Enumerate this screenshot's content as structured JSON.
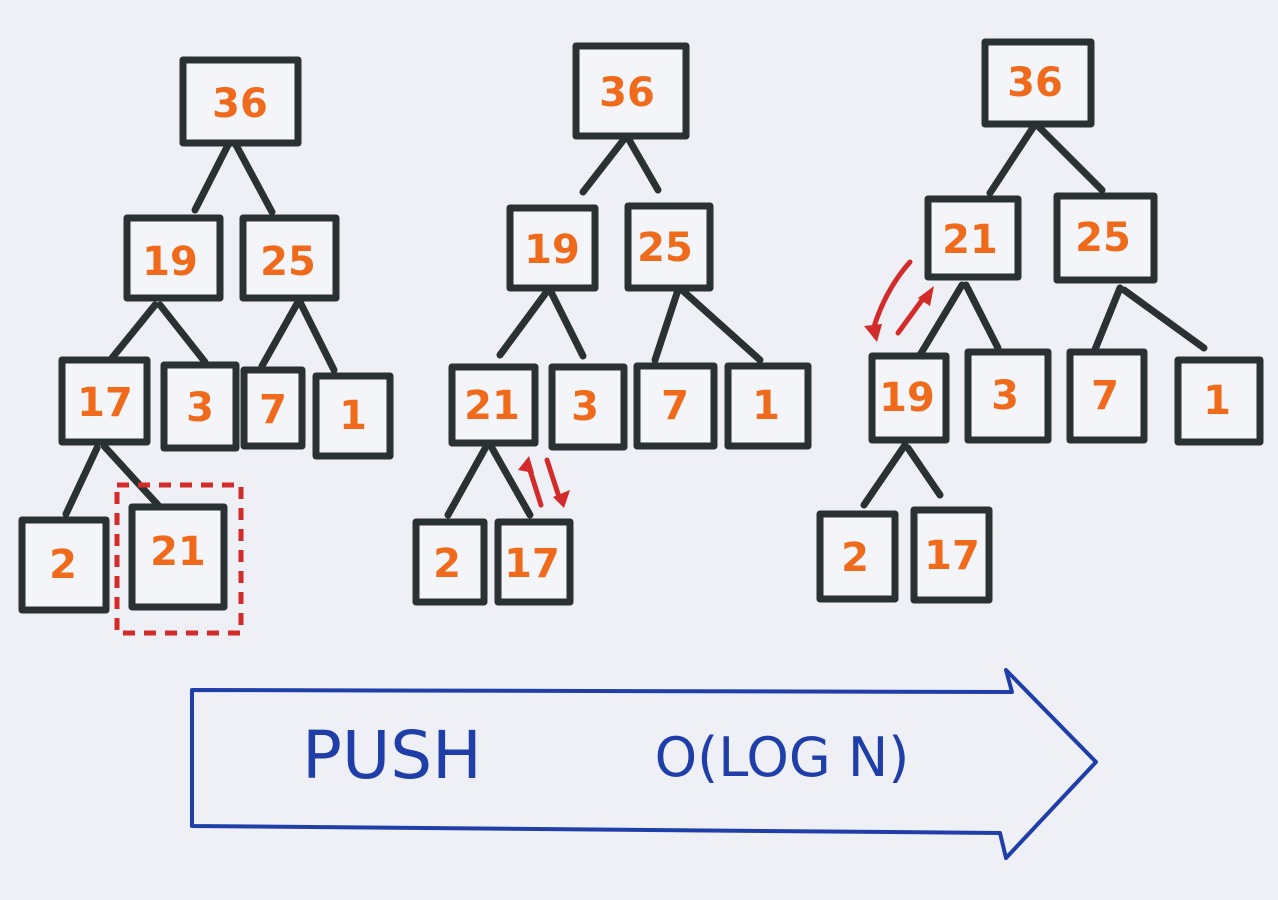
{
  "trees": [
    {
      "nodes": {
        "root": "36",
        "l": "19",
        "r": "25",
        "ll": "17",
        "lr": "3",
        "rl": "7",
        "rr": "1",
        "lll": "2",
        "llr": "21"
      },
      "highlighted_node": "llr"
    },
    {
      "nodes": {
        "root": "36",
        "l": "19",
        "r": "25",
        "ll": "21",
        "lr": "3",
        "rl": "7",
        "rr": "1",
        "lll": "2",
        "llr": "17"
      },
      "swap_between": [
        "ll",
        "llr"
      ]
    },
    {
      "nodes": {
        "root": "36",
        "l": "21",
        "r": "25",
        "ll": "19",
        "lr": "3",
        "rl": "7",
        "rr": "1",
        "lll": "2",
        "llr": "17"
      },
      "swap_between": [
        "l",
        "ll"
      ]
    }
  ],
  "caption": {
    "operation": "PUSH",
    "complexity": "O(LOG N)"
  },
  "colors": {
    "ink": "#2a3133",
    "value": "#f06a1c",
    "highlight": "#d32a2a",
    "caption": "#1f3ea8",
    "paper": "#eef0f6"
  }
}
